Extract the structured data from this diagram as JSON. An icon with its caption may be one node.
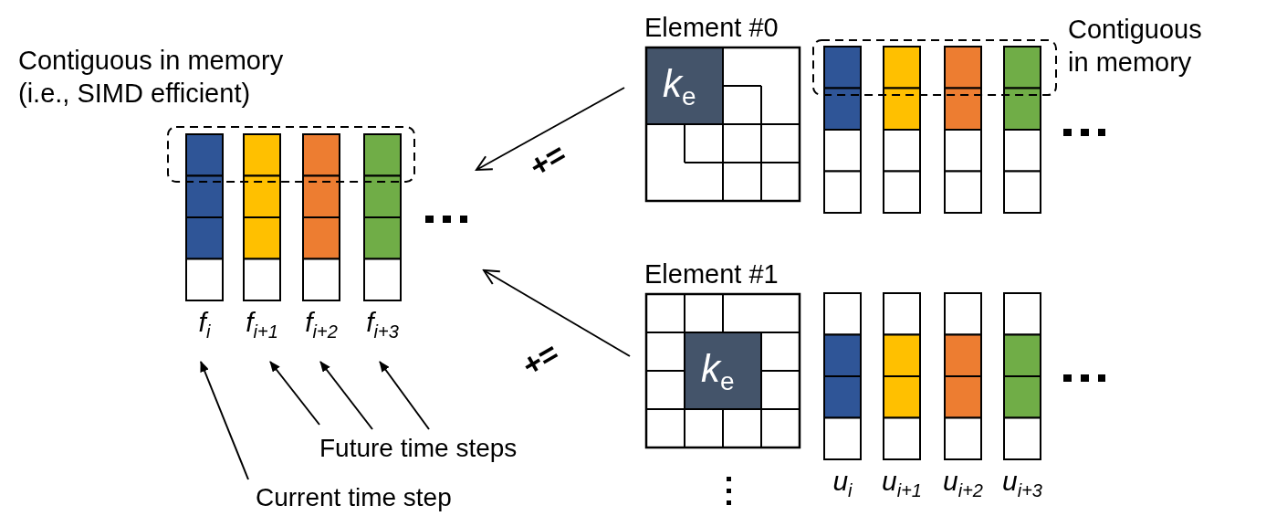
{
  "diagram": {
    "nodes": [
      {
        "text": [
          "f$_{i}$"
        ]
      },
      {
        "text": [
          "f$_{i+1}$"
        ]
      },
      {
        "text": [
          "f$_{i+2}$"
        ]
      },
      {
        "text": [
          "f$_{i+3}$"
        ]
      },
      {
        "text": [
          "Current time step"
        ]
      },
      {
        "text": [
          "Future time steps"
        ]
      },
      {
        "text": [
          "Element #0",
          "*k*$_{e}$"
        ]
      },
      {
        "text": [],
        "shape": "bar"
      },
      {
        "text": [],
        "shape": "bar"
      },
      {
        "text": [],
        "shape": "bar"
      },
      {
        "text": [],
        "shape": "bar"
      },
      {
        "text": [
          "Element #1",
          "*k*$_{e}$"
        ]
      },
      {
        "text": [
          "u$_{i}$"
        ]
      },
      {
        "text": [
          "u$_{i+1}$"
        ]
      },
      {
        "text": [
          "u$_{i+2}$"
        ]
      },
      {
        "text": [
          "u$_{i+3}$"
        ]
      },
      {
        "text": [],
        "shape": "box"
      },
      {
        "text": [],
        "shape": "box"
      }
    ],
    "edges": [
      {
        "from": 4,
        "to": 0,
        "arrow": "to"
      },
      {
        "from": 5,
        "to": 1,
        "arrow": "to"
      },
      {
        "from": 5,
        "to": 2,
        "arrow": "to"
      },
      {
        "from": 5,
        "to": 3,
        "arrow": "to"
      },
      {
        "from": 6,
        "to": null,
        "arrow": "to",
        "label": "+="
      },
      {
        "from": 11,
        "to": null,
        "arrow": "to",
        "label": "+="
      }
    ],
    "labels": [
      "Contiguous in memory (i.e., SIMD efficient)",
      "Contiguous in memory"
    ]
  }
}
